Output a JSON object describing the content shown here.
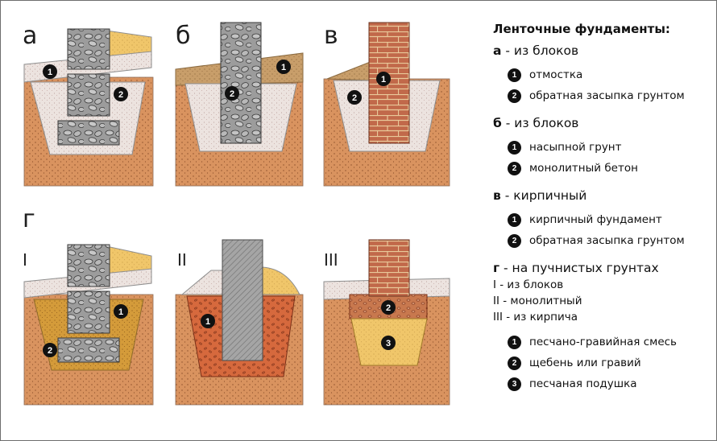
{
  "labels": {
    "a": "а",
    "b": "б",
    "v": "в",
    "g": "г",
    "i": "I",
    "ii": "II",
    "iii": "III"
  },
  "markers": [
    "1",
    "2",
    "3"
  ],
  "legend": {
    "title": "Ленточные фундаменты:",
    "groups": [
      {
        "letter": "а",
        "text": " - из блоков",
        "items": [
          "отмостка",
          "обратная засыпка грунтом"
        ]
      },
      {
        "letter": "б",
        "text": " - из блоков",
        "items": [
          "насыпной грунт",
          "монолитный бетон"
        ]
      },
      {
        "letter": "в",
        "text": " - кирпичный",
        "items": [
          "кирпичный фундамент",
          "обратная засыпка грунтом"
        ]
      },
      {
        "letter": "г",
        "text": " - на пучнистых грунтах",
        "subtypes": [
          "I - из блоков",
          "II - монолитный",
          "III - из кирпича"
        ],
        "items": [
          "песчано-гравийная смесь",
          "щебень или гравий",
          "песчаная подушка"
        ]
      }
    ]
  },
  "colors": {
    "soil": "#d9935f",
    "concrete_pad": "#ece3df",
    "block": "#9c9c9c",
    "brick": "#c1694a",
    "sand": "#f0c66a",
    "rubble": "#d6693d",
    "topsoil": "#c89e6a"
  }
}
